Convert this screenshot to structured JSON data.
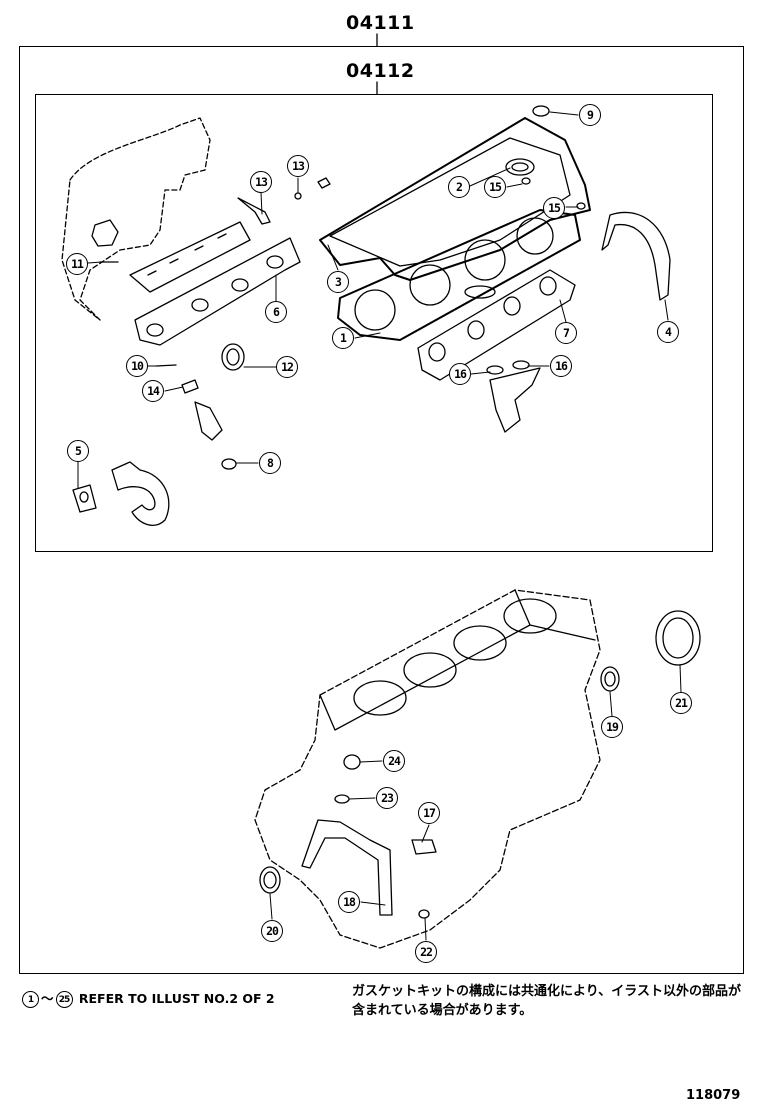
{
  "assembly_codes": {
    "outer": "04111",
    "inner": "04112"
  },
  "callouts": [
    {
      "id": "c1",
      "num": "1"
    },
    {
      "id": "c2",
      "num": "2"
    },
    {
      "id": "c3",
      "num": "3"
    },
    {
      "id": "c4",
      "num": "4"
    },
    {
      "id": "c5",
      "num": "5"
    },
    {
      "id": "c6",
      "num": "6"
    },
    {
      "id": "c7",
      "num": "7"
    },
    {
      "id": "c8",
      "num": "8"
    },
    {
      "id": "c9",
      "num": "9"
    },
    {
      "id": "c10",
      "num": "10"
    },
    {
      "id": "c11",
      "num": "11"
    },
    {
      "id": "c12",
      "num": "12"
    },
    {
      "id": "c13a",
      "num": "13"
    },
    {
      "id": "c13b",
      "num": "13"
    },
    {
      "id": "c14",
      "num": "14"
    },
    {
      "id": "c15a",
      "num": "15"
    },
    {
      "id": "c15b",
      "num": "15"
    },
    {
      "id": "c16a",
      "num": "16"
    },
    {
      "id": "c16b",
      "num": "16"
    },
    {
      "id": "c17",
      "num": "17"
    },
    {
      "id": "c18",
      "num": "18"
    },
    {
      "id": "c19",
      "num": "19"
    },
    {
      "id": "c20",
      "num": "20"
    },
    {
      "id": "c21",
      "num": "21"
    },
    {
      "id": "c22",
      "num": "22"
    },
    {
      "id": "c23",
      "num": "23"
    },
    {
      "id": "c24",
      "num": "24"
    }
  ],
  "notes": {
    "range_start": "1",
    "range_sep": "～",
    "range_end": "25",
    "refer_text": "REFER TO ILLUST NO.2 OF 2",
    "japanese_note": "ガスケットキットの構成には共通化により、イラスト以外の部品が含まれている場合があります。"
  },
  "image_id": "118079"
}
